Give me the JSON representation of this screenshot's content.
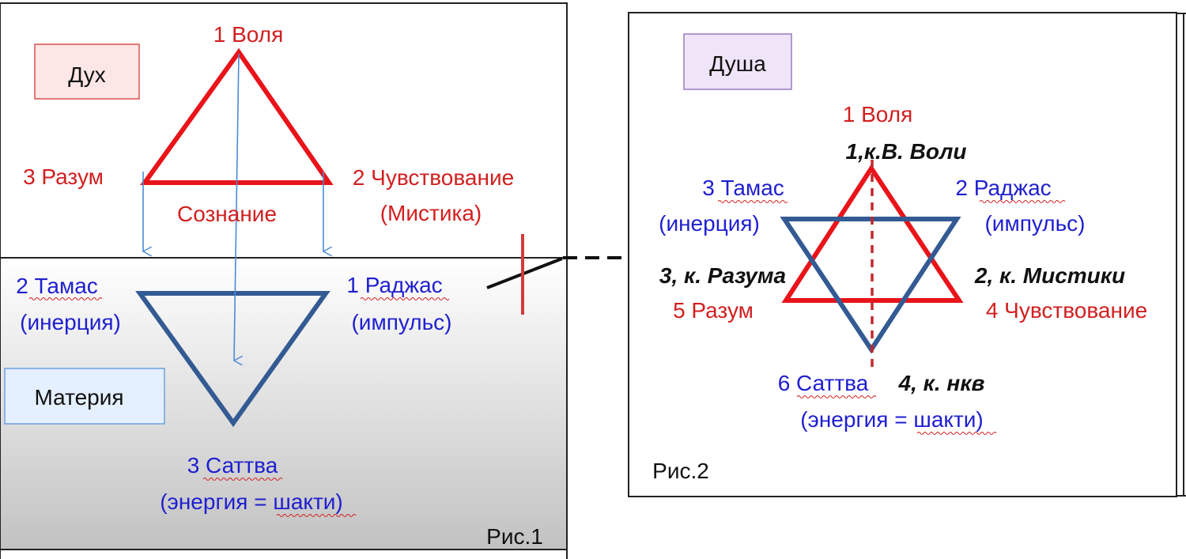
{
  "fig1": {
    "caption": "Рис.1",
    "box_spirit": "Дух",
    "box_matter": "Материя",
    "will": "1 Воля",
    "reason": "3 Разум",
    "feeling": "2 Чувствование",
    "mystic": "(Мистика)",
    "consciousness": "Сознание",
    "tamas": "2 Тамас",
    "inertia": "(инерция)",
    "rajas": "1 Раджас",
    "impulse": "(импульс)",
    "sattva": "3 Саттва",
    "energy": "(энергия = шакти)"
  },
  "fig2": {
    "caption": "Рис.2",
    "box_soul": "Душа",
    "will": "1 Воля",
    "will_center": "1,к.В. Воли",
    "tamas": "3 Тамас",
    "inertia": "(инерция)",
    "rajas": "2 Раджас",
    "impulse": "(импульс)",
    "reason_center": "3, к. Разума",
    "mystic_center": "2, к. Мистики",
    "reason": "5  Разум",
    "feeling": "4 Чувствование",
    "sattva": "6  Саттва",
    "nkv_center": "4, к. нкв",
    "energy": "(энергия = шакти)"
  },
  "colors": {
    "red": "#e8141a",
    "blue": "#335a93",
    "arrow": "#4a8ad6",
    "spirit_fill": "#fde6e6",
    "spirit_border": "#d9534f",
    "matter_fill": "#e4efff",
    "matter_border": "#6fa0dc",
    "soul_fill": "#efe4f8",
    "soul_border": "#9a7bbf"
  }
}
